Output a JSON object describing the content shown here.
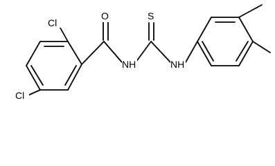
{
  "molecule": {
    "atoms": {
      "carbonyl_oxygen": "O",
      "thiocarbonyl_sulfur": "S",
      "amide_nitrogen": "NH",
      "thioamide_nitrogen": "NH",
      "chlorine_top": "Cl",
      "chlorine_bottom": "Cl"
    }
  }
}
